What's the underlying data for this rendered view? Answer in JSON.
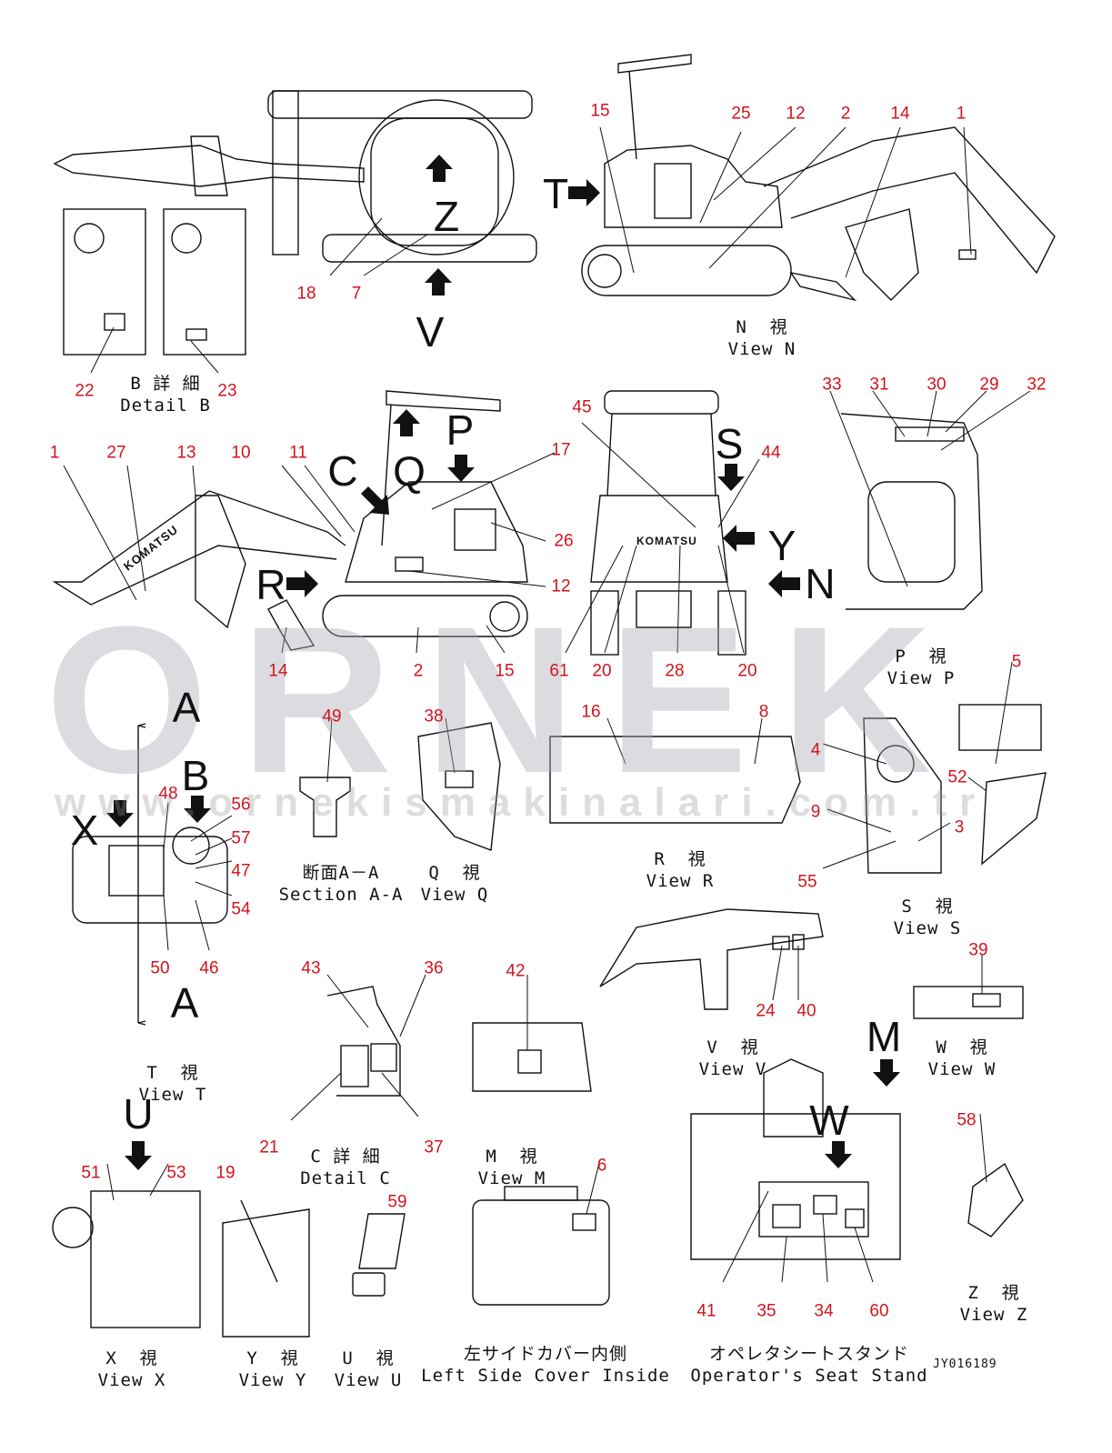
{
  "watermark": {
    "logo": "ORNEK",
    "url": "www.ornekismakinalari.com.tr"
  },
  "drawing_code": "JY016189",
  "part_numbers": [
    {
      "id": "n15a",
      "text": "15"
    },
    {
      "id": "n25",
      "text": "25"
    },
    {
      "id": "n12a",
      "text": "12"
    },
    {
      "id": "n2a",
      "text": "2"
    },
    {
      "id": "n14a",
      "text": "14"
    },
    {
      "id": "n1a",
      "text": "1"
    },
    {
      "id": "n18",
      "text": "18"
    },
    {
      "id": "n7",
      "text": "7"
    },
    {
      "id": "n22",
      "text": "22"
    },
    {
      "id": "n23",
      "text": "23"
    },
    {
      "id": "n1b",
      "text": "1"
    },
    {
      "id": "n27",
      "text": "27"
    },
    {
      "id": "n13",
      "text": "13"
    },
    {
      "id": "n10",
      "text": "10"
    },
    {
      "id": "n11",
      "text": "11"
    },
    {
      "id": "n17",
      "text": "17"
    },
    {
      "id": "n26",
      "text": "26"
    },
    {
      "id": "n12b",
      "text": "12"
    },
    {
      "id": "n14b",
      "text": "14"
    },
    {
      "id": "n2b",
      "text": "2"
    },
    {
      "id": "n15b",
      "text": "15"
    },
    {
      "id": "n45",
      "text": "45"
    },
    {
      "id": "n44",
      "text": "44"
    },
    {
      "id": "n61",
      "text": "61"
    },
    {
      "id": "n20a",
      "text": "20"
    },
    {
      "id": "n28",
      "text": "28"
    },
    {
      "id": "n20b",
      "text": "20"
    },
    {
      "id": "n33",
      "text": "33"
    },
    {
      "id": "n31",
      "text": "31"
    },
    {
      "id": "n30",
      "text": "30"
    },
    {
      "id": "n29",
      "text": "29"
    },
    {
      "id": "n32",
      "text": "32"
    },
    {
      "id": "n5",
      "text": "5"
    },
    {
      "id": "n49",
      "text": "49"
    },
    {
      "id": "n38",
      "text": "38"
    },
    {
      "id": "n16",
      "text": "16"
    },
    {
      "id": "n8",
      "text": "8"
    },
    {
      "id": "n4",
      "text": "4"
    },
    {
      "id": "n52",
      "text": "52"
    },
    {
      "id": "n9",
      "text": "9"
    },
    {
      "id": "n3",
      "text": "3"
    },
    {
      "id": "n55",
      "text": "55"
    },
    {
      "id": "n48",
      "text": "48"
    },
    {
      "id": "n56",
      "text": "56"
    },
    {
      "id": "n57",
      "text": "57"
    },
    {
      "id": "n47",
      "text": "47"
    },
    {
      "id": "n54",
      "text": "54"
    },
    {
      "id": "n50",
      "text": "50"
    },
    {
      "id": "n46",
      "text": "46"
    },
    {
      "id": "n43",
      "text": "43"
    },
    {
      "id": "n36",
      "text": "36"
    },
    {
      "id": "n42",
      "text": "42"
    },
    {
      "id": "n24",
      "text": "24"
    },
    {
      "id": "n40",
      "text": "40"
    },
    {
      "id": "n39",
      "text": "39"
    },
    {
      "id": "n21",
      "text": "21"
    },
    {
      "id": "n37",
      "text": "37"
    },
    {
      "id": "n51",
      "text": "51"
    },
    {
      "id": "n53",
      "text": "53"
    },
    {
      "id": "n19",
      "text": "19"
    },
    {
      "id": "n59",
      "text": "59"
    },
    {
      "id": "n6",
      "text": "6"
    },
    {
      "id": "n58",
      "text": "58"
    },
    {
      "id": "n41",
      "text": "41"
    },
    {
      "id": "n35",
      "text": "35"
    },
    {
      "id": "n34",
      "text": "34"
    },
    {
      "id": "n60",
      "text": "60"
    }
  ],
  "view_labels": [
    {
      "id": "viewN",
      "text": "N  視\nView N"
    },
    {
      "id": "detailB",
      "text": "B 詳 細\nDetail B"
    },
    {
      "id": "viewP",
      "text": "P  視\nView P"
    },
    {
      "id": "viewR",
      "text": "R  視\nView R"
    },
    {
      "id": "viewS",
      "text": "S  視\nView S"
    },
    {
      "id": "sectionA",
      "text": "断面A－A\nSection A-A"
    },
    {
      "id": "viewQ",
      "text": "Q  視\nView Q"
    },
    {
      "id": "viewT",
      "text": "T  視\nView T"
    },
    {
      "id": "viewV",
      "text": "V  視\nView V"
    },
    {
      "id": "viewW",
      "text": "W  視\nView W"
    },
    {
      "id": "detailC",
      "text": "C 詳 細\nDetail C"
    },
    {
      "id": "viewM",
      "text": "M  視\nView M"
    },
    {
      "id": "viewX",
      "text": "X  視\nView X"
    },
    {
      "id": "viewY",
      "text": "Y  視\nView Y"
    },
    {
      "id": "viewU",
      "text": "U  視\nView U"
    },
    {
      "id": "leftCover",
      "text": "左サイドカバー内側\nLeft Side Cover Inside"
    },
    {
      "id": "seatStand",
      "text": "オペレタシートスタンド\nOperator's Seat Stand"
    },
    {
      "id": "viewZ",
      "text": "Z  視\nView Z"
    }
  ],
  "view_letters": [
    {
      "id": "T",
      "text": "T"
    },
    {
      "id": "Z",
      "text": "Z"
    },
    {
      "id": "V",
      "text": "V"
    },
    {
      "id": "C",
      "text": "C"
    },
    {
      "id": "Q",
      "text": "Q"
    },
    {
      "id": "P",
      "text": "P"
    },
    {
      "id": "R",
      "text": "R"
    },
    {
      "id": "S",
      "text": "S"
    },
    {
      "id": "Y",
      "text": "Y"
    },
    {
      "id": "N",
      "text": "N"
    },
    {
      "id": "A1",
      "text": "A"
    },
    {
      "id": "B",
      "text": "B"
    },
    {
      "id": "X",
      "text": "X"
    },
    {
      "id": "A2",
      "text": "A"
    },
    {
      "id": "M",
      "text": "M"
    },
    {
      "id": "W",
      "text": "W"
    },
    {
      "id": "U",
      "text": "U"
    }
  ],
  "brand_text": "KOMATSU"
}
